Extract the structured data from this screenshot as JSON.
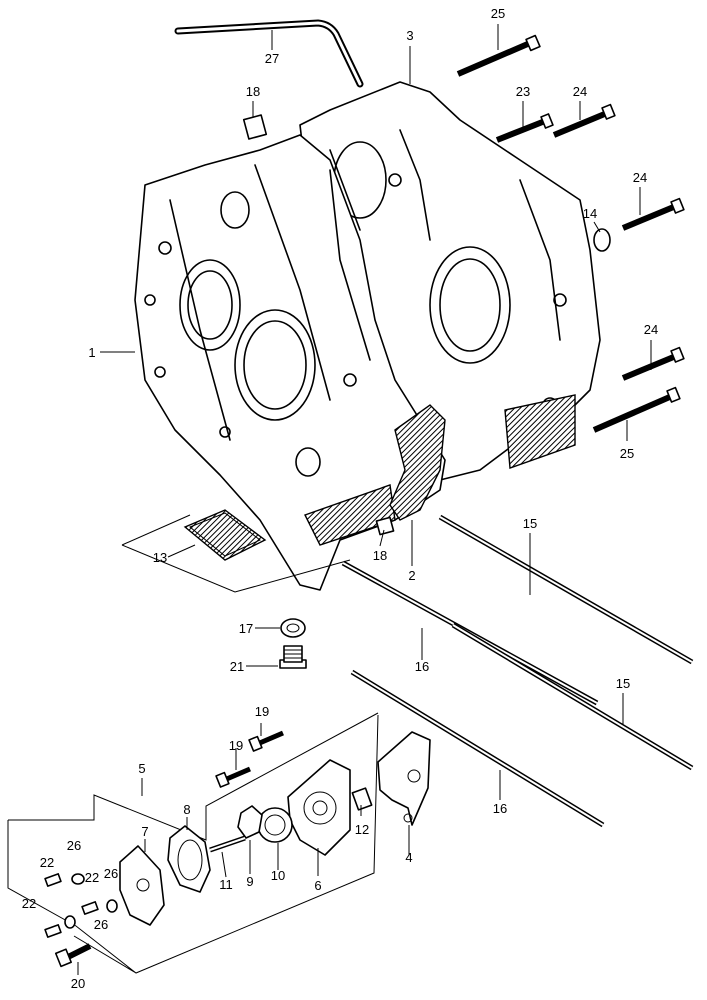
{
  "diagram": {
    "callouts": [
      {
        "id": "c1",
        "text": "1"
      },
      {
        "id": "c2",
        "text": "2"
      },
      {
        "id": "c3",
        "text": "3"
      },
      {
        "id": "c4",
        "text": "4"
      },
      {
        "id": "c5",
        "text": "5"
      },
      {
        "id": "c6",
        "text": "6"
      },
      {
        "id": "c7",
        "text": "7"
      },
      {
        "id": "c8",
        "text": "8"
      },
      {
        "id": "c9",
        "text": "9"
      },
      {
        "id": "c10",
        "text": "10"
      },
      {
        "id": "c11",
        "text": "11"
      },
      {
        "id": "c12",
        "text": "12"
      },
      {
        "id": "c13",
        "text": "13"
      },
      {
        "id": "c14",
        "text": "14"
      },
      {
        "id": "c15a",
        "text": "15"
      },
      {
        "id": "c15b",
        "text": "15"
      },
      {
        "id": "c16a",
        "text": "16"
      },
      {
        "id": "c16b",
        "text": "16"
      },
      {
        "id": "c17",
        "text": "17"
      },
      {
        "id": "c18a",
        "text": "18"
      },
      {
        "id": "c18b",
        "text": "18"
      },
      {
        "id": "c19a",
        "text": "19"
      },
      {
        "id": "c19b",
        "text": "19"
      },
      {
        "id": "c20",
        "text": "20"
      },
      {
        "id": "c21",
        "text": "21"
      },
      {
        "id": "c22a",
        "text": "22"
      },
      {
        "id": "c22b",
        "text": "22"
      },
      {
        "id": "c22c",
        "text": "22"
      },
      {
        "id": "c23",
        "text": "23"
      },
      {
        "id": "c24a",
        "text": "24"
      },
      {
        "id": "c24b",
        "text": "24"
      },
      {
        "id": "c24c",
        "text": "24"
      },
      {
        "id": "c25a",
        "text": "25"
      },
      {
        "id": "c25b",
        "text": "25"
      },
      {
        "id": "c26a",
        "text": "26"
      },
      {
        "id": "c26b",
        "text": "26"
      },
      {
        "id": "c26c",
        "text": "26"
      },
      {
        "id": "c27",
        "text": "27"
      }
    ]
  }
}
